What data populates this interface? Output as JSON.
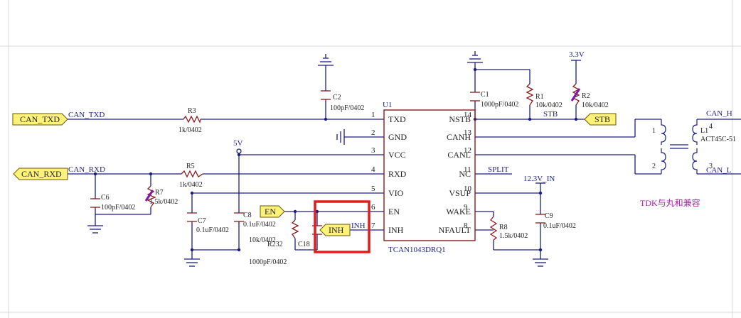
{
  "colors": {
    "wire": "#1c1c86",
    "comp": "#8a1c1c",
    "port_fill": "#fff27a",
    "port_stroke": "#6a5a00",
    "highlight": "#e31b1b",
    "note": "#b118b1",
    "grid": "#d9d9d9"
  },
  "ports": {
    "can_txd": "CAN_TXD",
    "can_rxd": "CAN_RXD",
    "stb": "STB",
    "en": "EN",
    "inh": "INH"
  },
  "nets": {
    "can_txd": "CAN_TXD",
    "can_rxd": "CAN_RXD",
    "can_h": "CAN_H",
    "can_l": "CAN_L",
    "stb": "STB",
    "split": "SPLIT",
    "inh": "INH",
    "v5": "5V",
    "v33": "3.3V",
    "v123": "12.3V_IN"
  },
  "parts": {
    "r3": {
      "ref": "R3",
      "val": "1k/0402"
    },
    "r5": {
      "ref": "R5",
      "val": "1k/0402"
    },
    "r1": {
      "ref": "R1",
      "val": "10k/0402"
    },
    "r2": {
      "ref": "R2",
      "val": "10k/0402"
    },
    "r7": {
      "ref": "R7",
      "val": "1.5k/0402"
    },
    "r8": {
      "ref": "R8",
      "val": "1.5k/0402"
    },
    "r232": {
      "ref": "R232",
      "val": "10k/0402"
    },
    "c1": {
      "ref": "C1",
      "val": "1000pF/0402"
    },
    "c2": {
      "ref": "C2",
      "val": "100pF/0402"
    },
    "c6": {
      "ref": "C6",
      "val": "100pF/0402"
    },
    "c7": {
      "ref": "C7",
      "val": "0.1uF/0402"
    },
    "c8": {
      "ref": "C8",
      "val": "0.1uF/0402"
    },
    "c9": {
      "ref": "C9",
      "val": "0.1uF/0402"
    },
    "c18": {
      "ref": "C18",
      "val": "1000pF/0402"
    },
    "l1": {
      "ref": "L1",
      "val": "ACT45C-51"
    }
  },
  "ic": {
    "ref": "U1",
    "part": "TCAN1043DRQ1",
    "left_pins": [
      {
        "num": "1",
        "name": "TXD"
      },
      {
        "num": "2",
        "name": "GND"
      },
      {
        "num": "3",
        "name": "VCC"
      },
      {
        "num": "4",
        "name": "RXD"
      },
      {
        "num": "5",
        "name": "VIO"
      },
      {
        "num": "6",
        "name": "EN"
      },
      {
        "num": "7",
        "name": "INH"
      }
    ],
    "right_pins": [
      {
        "num": "14",
        "name": "NSTB"
      },
      {
        "num": "13",
        "name": "CANH"
      },
      {
        "num": "12",
        "name": "CANL"
      },
      {
        "num": "11",
        "name": "NC"
      },
      {
        "num": "10",
        "name": "VSUP"
      },
      {
        "num": "9",
        "name": "WAKE"
      },
      {
        "num": "8",
        "name": "NFAULT"
      }
    ]
  },
  "choke_pins": {
    "p1": "1",
    "p2": "2",
    "p3": "3",
    "p4": "4"
  },
  "note": "TDK与丸和兼容"
}
